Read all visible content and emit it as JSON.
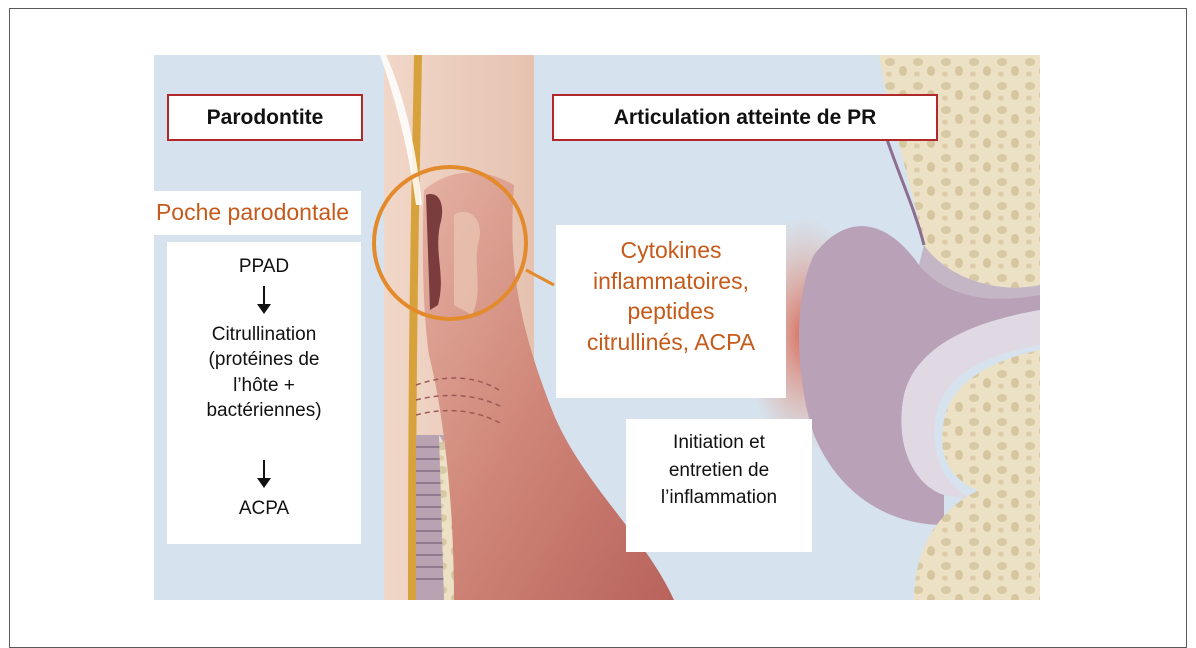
{
  "figure": {
    "left_title": "Parodontite",
    "right_title": "Articulation atteinte de PR",
    "pocket_label": "Poche parodontale",
    "pathway": {
      "step1": "PPAD",
      "step2_lines": [
        "Citrullination",
        "(protéines de",
        "l’hôte +",
        "bactériennes)"
      ],
      "step3": "ACPA"
    },
    "mediators_lines": [
      "Cytokines",
      "inflammatoires,",
      "peptides",
      "citrullinés, ACPA"
    ],
    "joint_effect_lines": [
      "Initiation et",
      "entretien de",
      "l’inflammation"
    ],
    "colors": {
      "title_border": "#b0282a",
      "orange_accent": "#c55a1a",
      "panel_background": "#d6e3ee",
      "gum": "#c9706a",
      "bone": "#ede2c6",
      "synovium": "#b9a1b8"
    }
  }
}
